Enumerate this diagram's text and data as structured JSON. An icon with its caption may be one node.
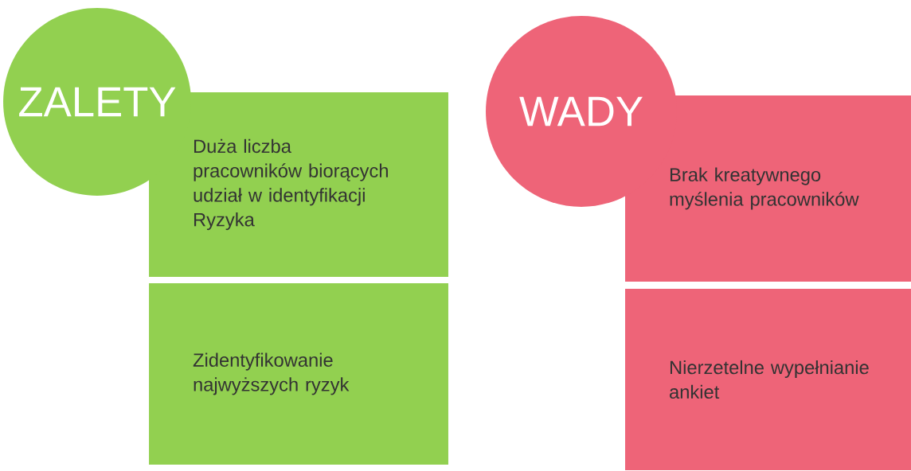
{
  "diagram": {
    "nodes": [
      {
        "text": [
          "ZALETY"
        ]
      },
      {
        "text": [
          "Duża liczba pracowników biorących udział w identyfikacji Ryzyka"
        ]
      },
      {
        "text": [
          "Zidentyfikowanie najwyższych ryzyk"
        ]
      },
      {
        "text": [
          "WADY"
        ]
      },
      {
        "text": [
          "Brak kreatywnego myślenia pracowników"
        ]
      },
      {
        "text": [
          "Nierzetelne wypełnianie ankiet"
        ]
      }
    ]
  }
}
